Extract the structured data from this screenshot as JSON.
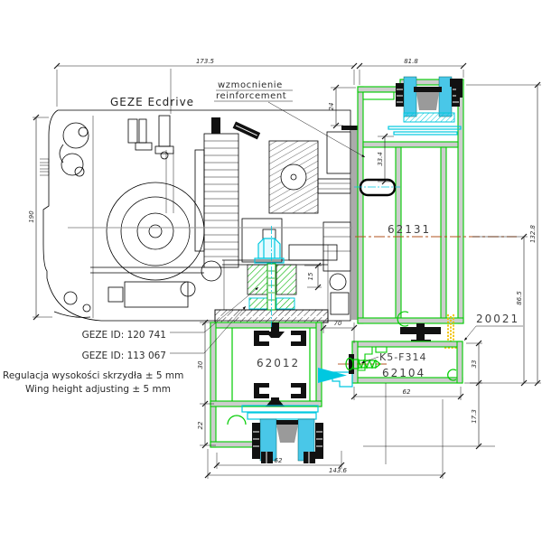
{
  "labels": {
    "operator": "GEZE Ecdrive",
    "reinforcement_pl": "wzmocnienie",
    "reinforcement_en": "reinforcement",
    "geze_id_1": "GEZE ID: 120 741",
    "geze_id_2": "GEZE ID: 113 067",
    "adjust_pl": "Regulacja wysokości skrzydła ± 5 mm",
    "adjust_en": "Wing height adjusting ± 5 mm",
    "part_mullion": "62131",
    "part_clamp": "20021",
    "part_wing": "62012",
    "part_screw": "K5-F314",
    "part_bottom_frame": "62104"
  },
  "dimensions": {
    "top_width": "173.5",
    "track_width": "81.8",
    "operator_height": "190",
    "offset_24": "24",
    "offset_33_4": "33.4",
    "right_total": "132.8",
    "right_lower": "86.5",
    "bolt_15": "15",
    "gap_70": "70",
    "frame_62": "62",
    "frame_33": "33",
    "frame_17_3": "17.3",
    "wing_30": "30",
    "wing_22": "22",
    "glass_62": "62",
    "bottom_total": "143.6"
  },
  "colors": {
    "profile_green": "#00cc00",
    "glazing_cyan": "#00c8e0",
    "glazing_fill": "#49c7e8",
    "gasket_yellow": "#f0c000",
    "centerline_red": "#b0501e",
    "ink": "#2b2b2b",
    "wall_gray": "#cdcdcd"
  }
}
